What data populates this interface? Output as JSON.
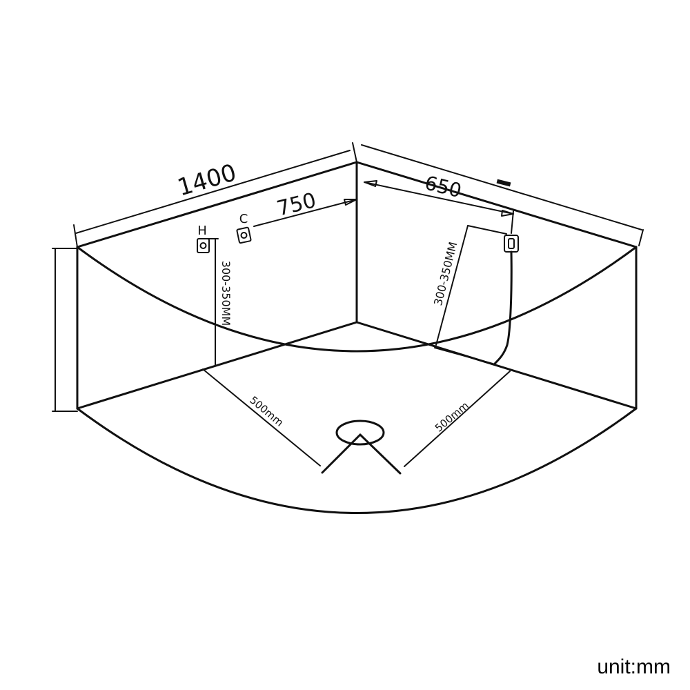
{
  "diagram": {
    "dimensions": {
      "length_top_left": "1400",
      "inner_750": "750",
      "length_top_right": "650",
      "height_left": "300-350MM",
      "height_right": "300-350MM",
      "drain_left": "500mm",
      "drain_right": "500mm"
    },
    "tap_labels": {
      "hot": "H",
      "cold": "C"
    },
    "unit_label": "unit:mm"
  },
  "colors": {
    "line": "#111111",
    "background": "#ffffff"
  }
}
